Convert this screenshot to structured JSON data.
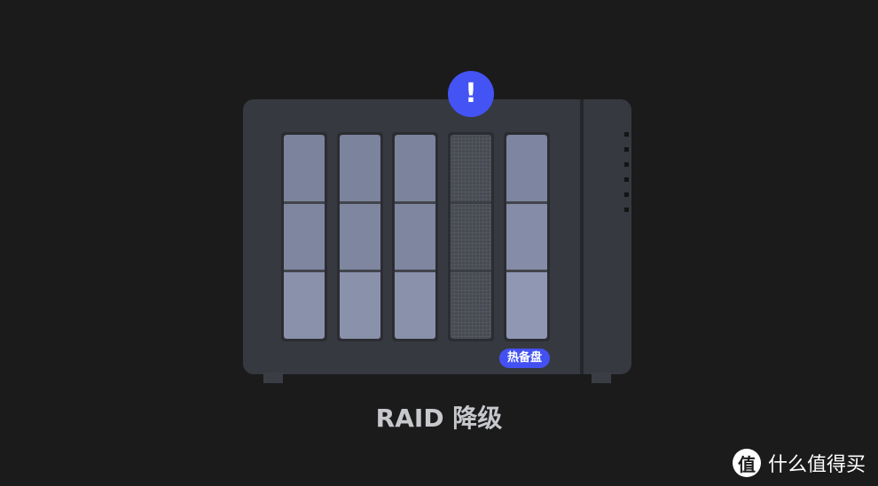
{
  "diagram": {
    "caption": "RAID 降级",
    "hot_spare_label": "热备盘",
    "alert_glyph": "!",
    "bays": [
      {
        "state": "drive"
      },
      {
        "state": "drive"
      },
      {
        "state": "drive"
      },
      {
        "state": "empty"
      },
      {
        "state": "hot-spare"
      }
    ]
  },
  "colors": {
    "background": "#1b1b1c",
    "chassis": "#36393f",
    "drive": "#7f86a0",
    "accent": "#4453f3",
    "caption": "#c6c8cc"
  },
  "icons": {
    "alert": "exclamation-icon",
    "watermark_logo": "zhi-logo-icon"
  },
  "watermark": {
    "logo_text": "值",
    "text": "什么值得买"
  }
}
